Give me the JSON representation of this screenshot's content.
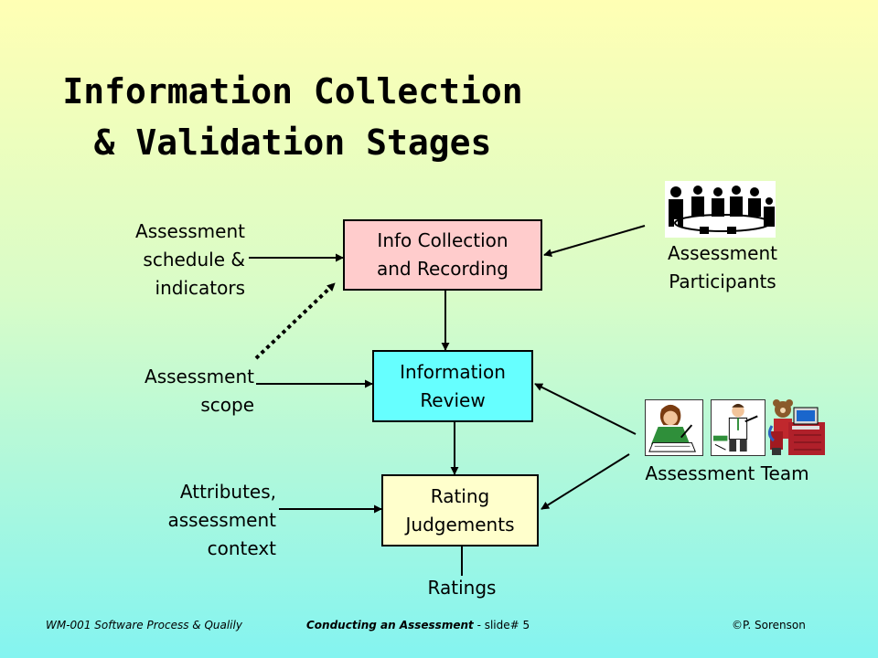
{
  "title": {
    "line1": "Information Collection",
    "line2": "& Validation Stages"
  },
  "boxes": {
    "collection": {
      "line1": "Info Collection",
      "line2": "and Recording",
      "color": "#ffcccc"
    },
    "review": {
      "line1": "Information",
      "line2": "Review",
      "color": "#66ffff"
    },
    "rating": {
      "line1": "Rating",
      "line2": "Judgements",
      "color": "#ffffcc"
    }
  },
  "inputs": {
    "schedule": {
      "line1": "Assessment",
      "line2": "schedule &",
      "line3": "indicators"
    },
    "scope": {
      "line1": "Assessment",
      "line2": "scope"
    },
    "attributes": {
      "line1": "Attributes,",
      "line2": "assessment",
      "line3": "context"
    }
  },
  "actors": {
    "participants": {
      "line1": "Assessment",
      "line2": "Participants",
      "icon": "meeting-people-icon"
    },
    "team": {
      "label": "Assessment Team",
      "icons": [
        "writer-clipart-icon",
        "presenter-clipart-icon",
        "computer-user-clipart-icon"
      ]
    }
  },
  "output": {
    "label": "Ratings"
  },
  "footer": {
    "left": "WM-001 Software Process & Qualily",
    "center_bold": "Conducting an Assessment",
    "center_rest": " - slide# 5",
    "right": "©P. Sorenson"
  }
}
